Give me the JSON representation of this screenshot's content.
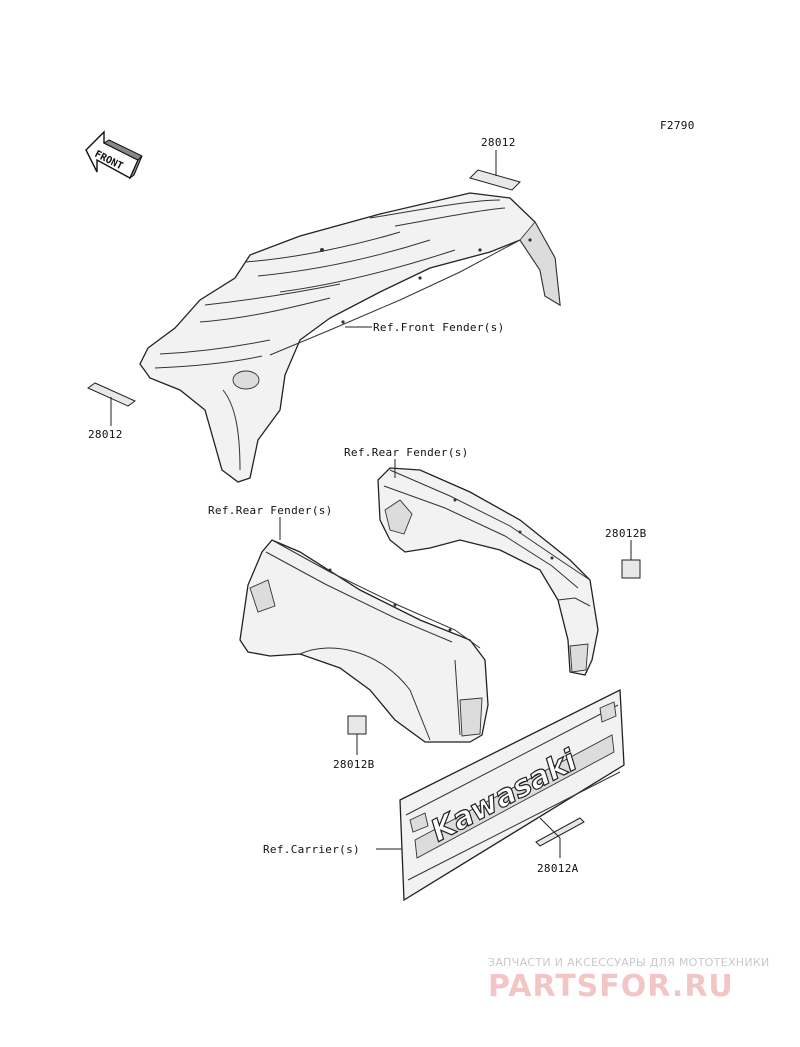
{
  "figure_code": "F2790",
  "front_arrow_label": "FRONT",
  "callouts": {
    "decal_front_top": "28012",
    "decal_front_left": "28012",
    "decal_rear_right": "28012B",
    "decal_rear_left": "28012B",
    "decal_carrier": "28012A"
  },
  "references": {
    "front_fender": "Ref.Front Fender(s)",
    "rear_fender_right": "Ref.Rear Fender(s)",
    "rear_fender_left": "Ref.Rear Fender(s)",
    "carrier": "Ref.Carrier(s)"
  },
  "carrier_logo": "Kawasaki",
  "watermark": {
    "tagline": "ЗАПЧАСТИ И АКСЕССУАРЫ ДЛЯ МОТОТЕХНИКИ",
    "site": "PARTSFOR.RU"
  },
  "colors": {
    "line": "#222222",
    "watermark": "#f3c6c6"
  }
}
